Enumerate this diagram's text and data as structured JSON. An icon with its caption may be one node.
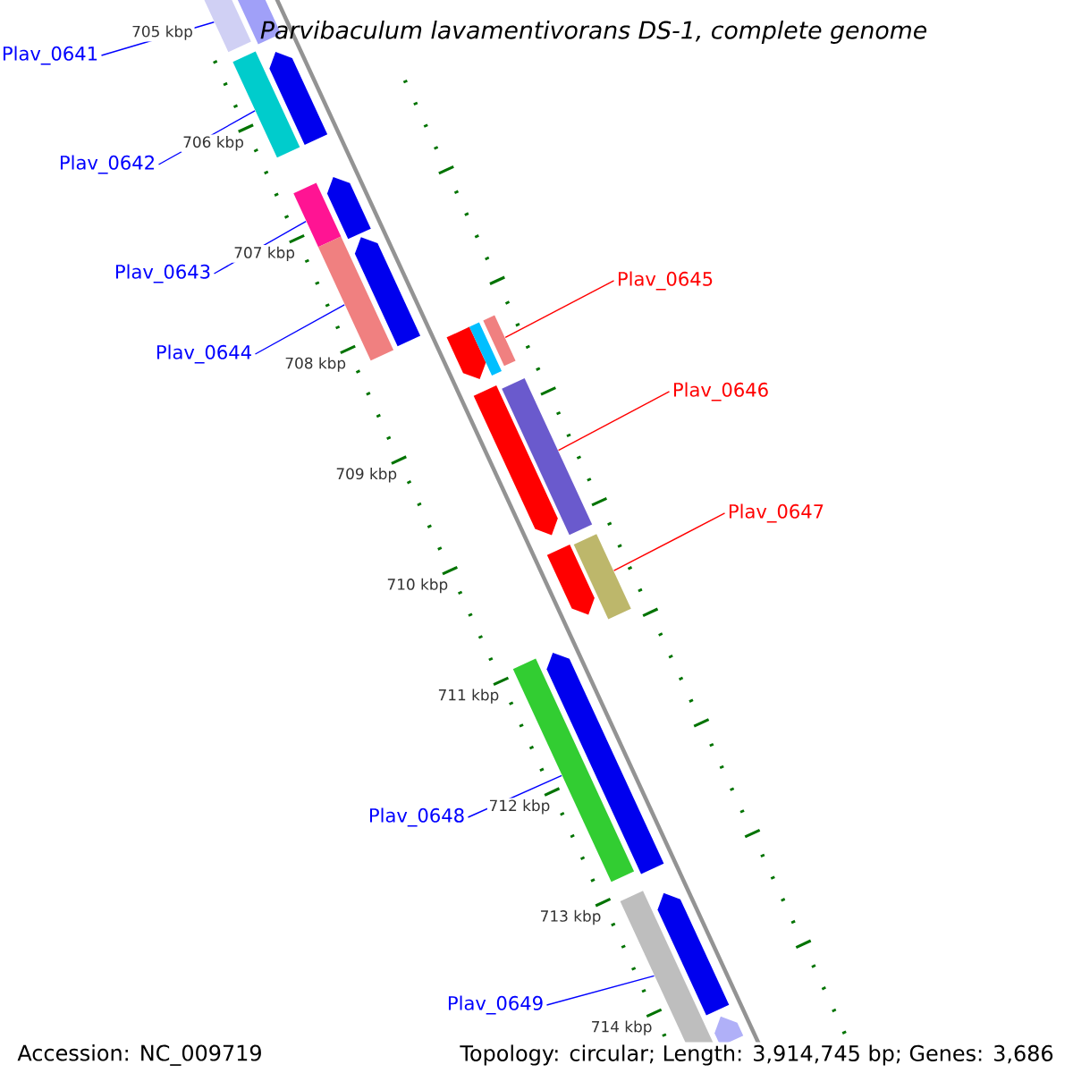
{
  "diagram": {
    "title": "Parvibaculum lavamentivorans DS-1, complete genome",
    "nodes": [
      {
        "text": [
          "Plav_0641"
        ]
      },
      {
        "text": [],
        "shape": "bar"
      },
      {
        "text": [
          "Plav_0642"
        ]
      },
      {
        "text": [],
        "shape": "bar"
      },
      {
        "text": [
          "Plav_0643"
        ]
      },
      {
        "text": [],
        "shape": "bar"
      },
      {
        "text": [
          "Plav_0644"
        ]
      },
      {
        "text": [],
        "shape": "bar"
      },
      {
        "text": [
          "Plav_0645"
        ]
      },
      {
        "text": [],
        "shape": "bar"
      },
      {
        "text": [
          "Plav_0646"
        ]
      },
      {
        "text": [],
        "shape": "bar"
      },
      {
        "text": [
          "Plav_0647"
        ]
      },
      {
        "text": [],
        "shape": "bar"
      },
      {
        "text": [
          "Plav_0648"
        ]
      },
      {
        "text": [],
        "shape": "bar"
      },
      {
        "text": [
          "Plav_0649"
        ]
      },
      {
        "text": [],
        "shape": "bar"
      },
      {
        "text": [],
        "shape": "arrow"
      },
      {
        "text": [],
        "shape": "arrow"
      },
      {
        "text": [],
        "shape": "arrow"
      },
      {
        "text": [],
        "shape": "arrow"
      },
      {
        "text": [],
        "shape": "arrow"
      },
      {
        "text": [],
        "shape": "bar"
      },
      {
        "text": [],
        "shape": "arrow"
      },
      {
        "text": [],
        "shape": "arrow"
      },
      {
        "text": [],
        "shape": "arrow"
      },
      {
        "text": [],
        "shape": "arrow"
      },
      {
        "text": [],
        "shape": "arrow"
      }
    ],
    "edges": [
      {
        "from": 0,
        "to": 1,
        "arrow": "none"
      },
      {
        "from": 2,
        "to": 3,
        "arrow": "none"
      },
      {
        "from": 4,
        "to": 5,
        "arrow": "none"
      },
      {
        "from": 6,
        "to": 7,
        "arrow": "none"
      },
      {
        "from": 8,
        "to": 9,
        "arrow": "none",
        "color": "#ff0000"
      },
      {
        "from": 10,
        "to": 11,
        "arrow": "none",
        "color": "#ff0000"
      },
      {
        "from": 12,
        "to": 13,
        "arrow": "none",
        "color": "#ff0000"
      },
      {
        "from": 14,
        "to": 15,
        "arrow": "none"
      },
      {
        "from": 16,
        "to": 17,
        "arrow": "none"
      }
    ],
    "labels": [
      "705 kbp",
      "706 kbp",
      "707 kbp",
      "708 kbp",
      "709 kbp",
      "710 kbp",
      "711 kbp",
      "712 kbp",
      "713 kbp",
      "714 kbp",
      "Accession: NC_009719",
      "Topology: circular; Length: 3,914,745 bp; Genes: 3,686"
    ]
  }
}
